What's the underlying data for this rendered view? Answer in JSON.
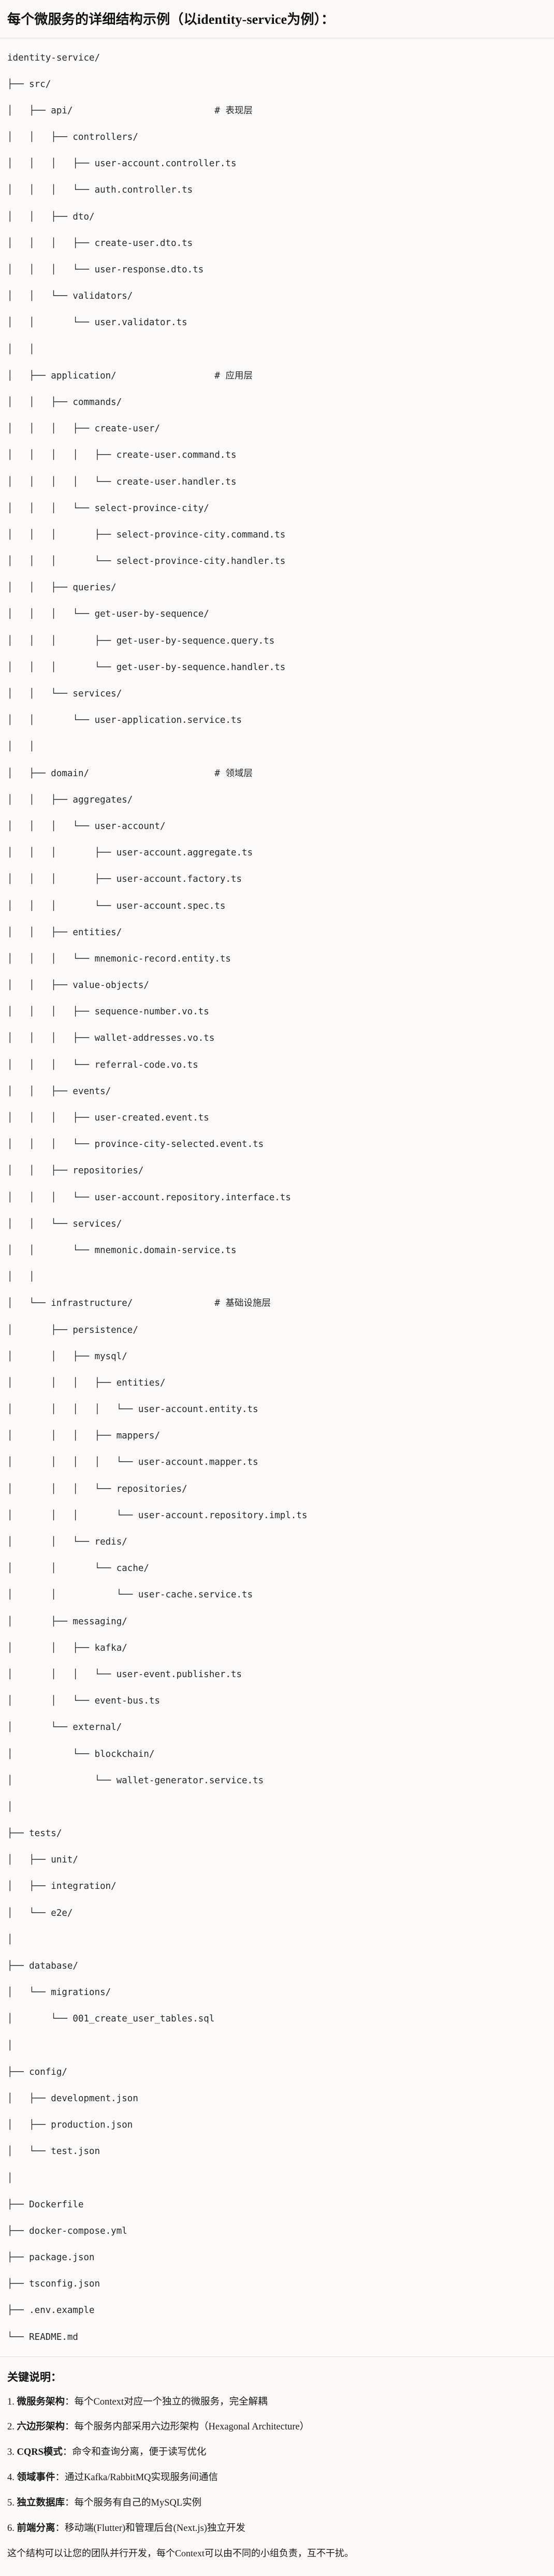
{
  "header": {
    "title": "每个微服务的详细结构示例（以identity-service为例）："
  },
  "tree": {
    "root_label": "identity-service/",
    "lines": [
      "identity-service/",
      "├── src/",
      "│   ├── api/                          # 表现层",
      "│   │   ├── controllers/",
      "│   │   │   ├── user-account.controller.ts",
      "│   │   │   └── auth.controller.ts",
      "│   │   ├── dto/",
      "│   │   │   ├── create-user.dto.ts",
      "│   │   │   └── user-response.dto.ts",
      "│   │   └── validators/",
      "│   │       └── user.validator.ts",
      "│   │",
      "│   ├── application/                  # 应用层",
      "│   │   ├── commands/",
      "│   │   │   ├── create-user/",
      "│   │   │   │   ├── create-user.command.ts",
      "│   │   │   │   └── create-user.handler.ts",
      "│   │   │   └── select-province-city/",
      "│   │   │       ├── select-province-city.command.ts",
      "│   │   │       └── select-province-city.handler.ts",
      "│   │   ├── queries/",
      "│   │   │   └── get-user-by-sequence/",
      "│   │   │       ├── get-user-by-sequence.query.ts",
      "│   │   │       └── get-user-by-sequence.handler.ts",
      "│   │   └── services/",
      "│   │       └── user-application.service.ts",
      "│   │",
      "│   ├── domain/                       # 领域层",
      "│   │   ├── aggregates/",
      "│   │   │   └── user-account/",
      "│   │   │       ├── user-account.aggregate.ts",
      "│   │   │       ├── user-account.factory.ts",
      "│   │   │       └── user-account.spec.ts",
      "│   │   ├── entities/",
      "│   │   │   └── mnemonic-record.entity.ts",
      "│   │   ├── value-objects/",
      "│   │   │   ├── sequence-number.vo.ts",
      "│   │   │   ├── wallet-addresses.vo.ts",
      "│   │   │   └── referral-code.vo.ts",
      "│   │   ├── events/",
      "│   │   │   ├── user-created.event.ts",
      "│   │   │   └── province-city-selected.event.ts",
      "│   │   ├── repositories/",
      "│   │   │   └── user-account.repository.interface.ts",
      "│   │   └── services/",
      "│   │       └── mnemonic.domain-service.ts",
      "│   │",
      "│   └── infrastructure/               # 基础设施层",
      "│       ├── persistence/",
      "│       │   ├── mysql/",
      "│       │   │   ├── entities/",
      "│       │   │   │   └── user-account.entity.ts",
      "│       │   │   ├── mappers/",
      "│       │   │   │   └── user-account.mapper.ts",
      "│       │   │   └── repositories/",
      "│       │   │       └── user-account.repository.impl.ts",
      "│       │   └── redis/",
      "│       │       └── cache/",
      "│       │           └── user-cache.service.ts",
      "│       ├── messaging/",
      "│       │   ├── kafka/",
      "│       │   │   └── user-event.publisher.ts",
      "│       │   └── event-bus.ts",
      "│       └── external/",
      "│           └── blockchain/",
      "│               └── wallet-generator.service.ts",
      "│",
      "├── tests/",
      "│   ├── unit/",
      "│   ├── integration/",
      "│   └── e2e/",
      "│",
      "├── database/",
      "│   └── migrations/",
      "│       └── 001_create_user_tables.sql",
      "│",
      "├── config/",
      "│   ├── development.json",
      "│   ├── production.json",
      "│   └── test.json",
      "│",
      "├── Dockerfile",
      "├── docker-compose.yml",
      "├── package.json",
      "├── tsconfig.json",
      "├── .env.example",
      "└── README.md"
    ],
    "layer_comments": [
      "# 表现层",
      "# 应用层",
      "# 领域层",
      "# 基础设施层"
    ]
  },
  "notes": {
    "title": "关键说明：",
    "items": [
      {
        "index": "1.",
        "term": "微服务架构",
        "sep": "：",
        "desc": "每个Context对应一个独立的微服务，完全解耦"
      },
      {
        "index": "2.",
        "term": "六边形架构",
        "sep": "：",
        "desc": "每个服务内部采用六边形架构（Hexagonal Architecture）"
      },
      {
        "index": "3.",
        "term": "CQRS模式",
        "sep": "：",
        "desc": "命令和查询分离，便于读写优化"
      },
      {
        "index": "4.",
        "term": "领域事件",
        "sep": "：",
        "desc": "通过Kafka/RabbitMQ实现服务间通信"
      },
      {
        "index": "5.",
        "term": "独立数据库",
        "sep": "：",
        "desc": "每个服务有自己的MySQL实例"
      },
      {
        "index": "6.",
        "term": "前端分离",
        "sep": "：",
        "desc": "移动端(Flutter)和管理后台(Next.js)独立开发"
      }
    ],
    "closing": "这个结构可以让您的团队并行开发，每个Context可以由不同的小组负责，互不干扰。"
  },
  "colors": {
    "page_bg": "#fbfaf8",
    "code_bg": "#fcfbf9",
    "text": "#1a1a1a",
    "code_text": "#23272b",
    "divider": "#e2e0dc"
  }
}
